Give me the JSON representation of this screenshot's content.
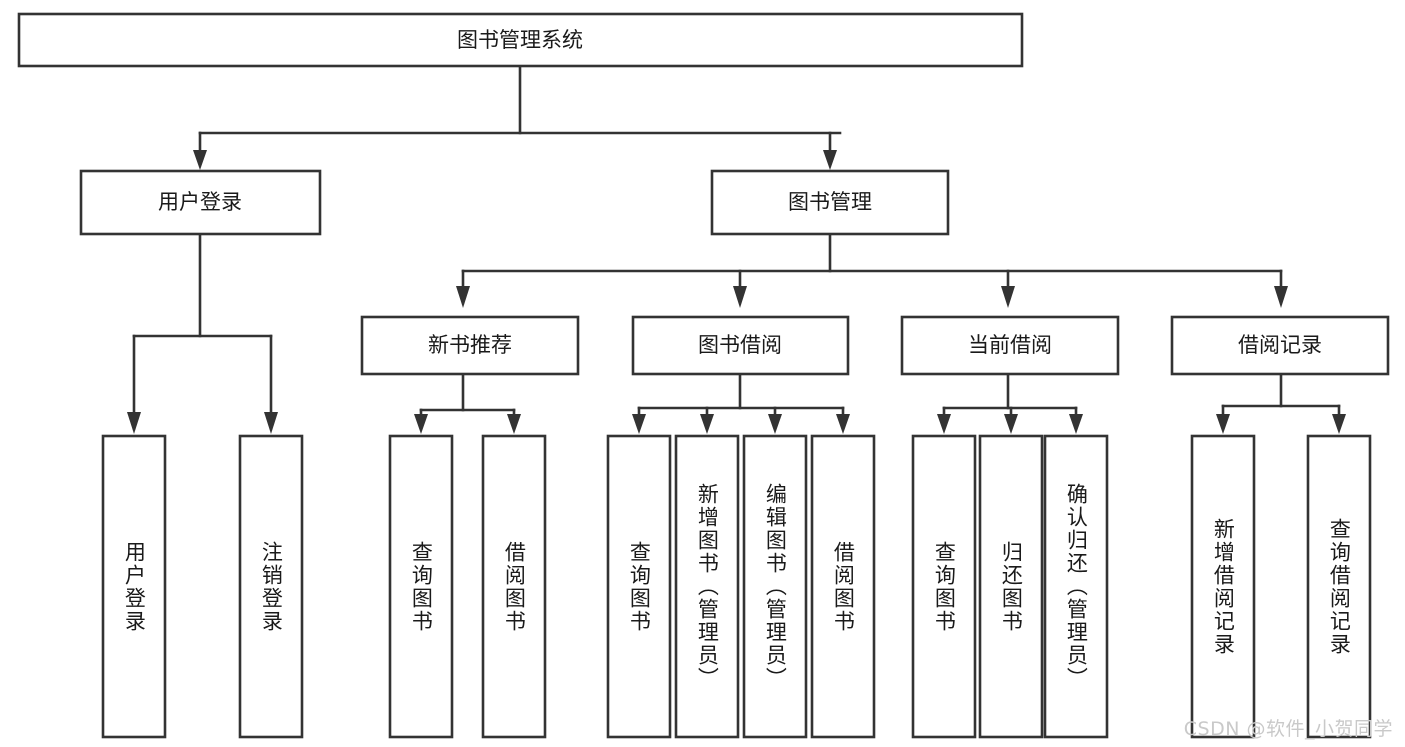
{
  "diagram": {
    "type": "tree",
    "title": "图书管理系统",
    "root": {
      "id": "root",
      "label": "图书管理系统"
    },
    "level2": [
      {
        "id": "user-login",
        "label": "用户登录"
      },
      {
        "id": "book-manage",
        "label": "图书管理"
      }
    ],
    "level3": [
      {
        "id": "new-book-recommend",
        "label": "新书推荐",
        "parent": "book-manage"
      },
      {
        "id": "book-borrow",
        "label": "图书借阅",
        "parent": "book-manage"
      },
      {
        "id": "current-borrow",
        "label": "当前借阅",
        "parent": "book-manage"
      },
      {
        "id": "borrow-record",
        "label": "借阅记录",
        "parent": "book-manage"
      }
    ],
    "leaves": [
      {
        "id": "leaf-user-login",
        "label": "用户登录",
        "parent": "user-login"
      },
      {
        "id": "leaf-user-logout",
        "label": "注销登录",
        "parent": "user-login"
      },
      {
        "id": "leaf-query-book-1",
        "label": "查询图书",
        "parent": "new-book-recommend"
      },
      {
        "id": "leaf-borrow-book-1",
        "label": "借阅图书",
        "parent": "new-book-recommend"
      },
      {
        "id": "leaf-query-book-2",
        "label": "查询图书",
        "parent": "book-borrow"
      },
      {
        "id": "leaf-add-book",
        "label": "新增图书（管理员）",
        "parent": "book-borrow"
      },
      {
        "id": "leaf-edit-book",
        "label": "编辑图书（管理员）",
        "parent": "book-borrow"
      },
      {
        "id": "leaf-borrow-book-2",
        "label": "借阅图书",
        "parent": "book-borrow"
      },
      {
        "id": "leaf-query-book-3",
        "label": "查询图书",
        "parent": "current-borrow"
      },
      {
        "id": "leaf-return-book",
        "label": "归还图书",
        "parent": "current-borrow"
      },
      {
        "id": "leaf-confirm-return",
        "label": "确认归还（管理员）",
        "parent": "current-borrow"
      },
      {
        "id": "leaf-add-record",
        "label": "新增借阅记录",
        "parent": "borrow-record"
      },
      {
        "id": "leaf-query-record",
        "label": "查询借阅记录",
        "parent": "borrow-record"
      }
    ],
    "colors": {
      "stroke": "#333333",
      "fill": "#ffffff",
      "text": "#1a1a1a",
      "background": "#ffffff",
      "watermark": "#c9c9c9"
    }
  },
  "watermark": {
    "text": "CSDN @软件_小贺同学"
  }
}
